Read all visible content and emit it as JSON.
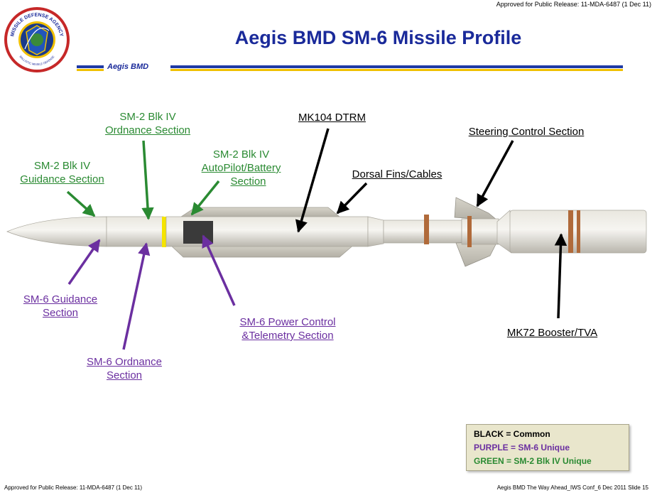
{
  "header": {
    "release_top": "Approved for Public Release: 11-MDA-6487 (1 Dec 11)",
    "title": "Aegis BMD SM-6 Missile Profile",
    "section_tag": "Aegis BMD",
    "seal": {
      "ring_text_top": "MISSILE DEFENSE AGENCY",
      "ring_text_bottom": "BALLISTIC MISSILE DEFENSE"
    }
  },
  "labels": {
    "sm2_guidance": [
      "SM-2 Blk IV",
      "Guidance Section"
    ],
    "sm2_ordnance": [
      "SM-2 Blk IV",
      "Ordnance Section"
    ],
    "sm2_autopilot": [
      "SM-2 Blk IV",
      "AutoPilot/Battery",
      "Section"
    ],
    "mk104": "MK104 DTRM",
    "dorsal": "Dorsal Fins/Cables",
    "steering": "Steering Control Section",
    "sm6_guidance": [
      "SM-6 Guidance",
      "Section"
    ],
    "sm6_ordnance": [
      "SM-6 Ordnance",
      "Section"
    ],
    "sm6_power": [
      "SM-6 Power Control",
      "&Telemetry Section"
    ],
    "mk72": "MK72 Booster/TVA"
  },
  "legend": {
    "common": "BLACK = Common",
    "sm6": "PURPLE = SM-6 Unique",
    "sm2": "GREEN = SM-2 Blk IV Unique"
  },
  "colors": {
    "green": "#2a8a32",
    "purple": "#6b2fa0",
    "black": "#000000",
    "title_blue": "#1a2a9a"
  },
  "footer": {
    "release_bottom": "Approved for Public Release: 11-MDA-6487 (1 Dec 11)",
    "slide_info": "Aegis BMD The Way Ahead_IWS Conf_6 Dec 2011   Slide 15"
  }
}
